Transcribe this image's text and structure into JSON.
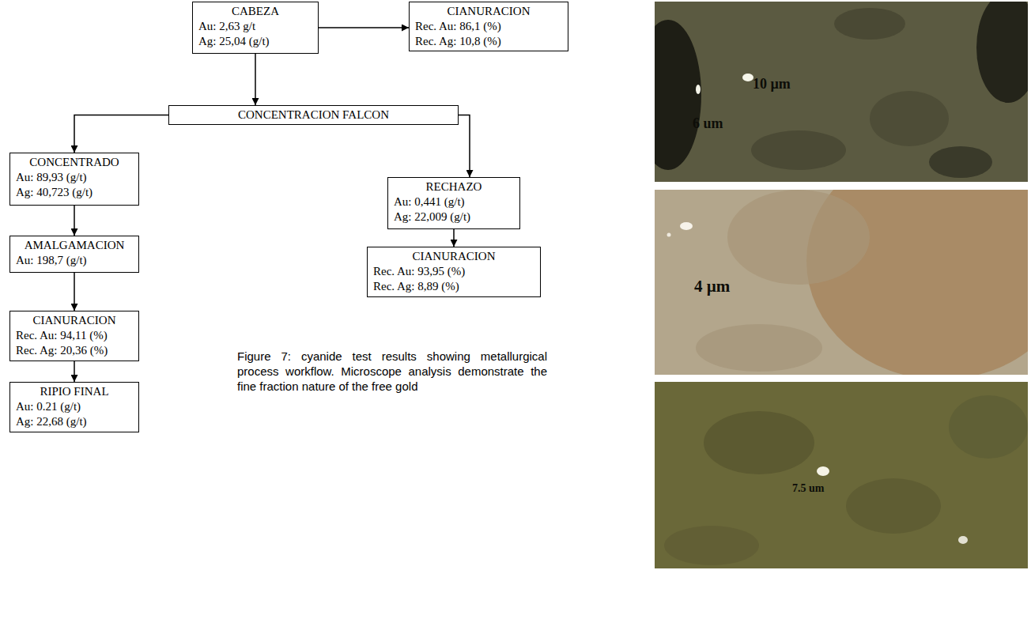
{
  "diagram": {
    "caption": "Figure 7: cyanide test results showing metallurgical process workflow. Microscope analysis demonstrate the fine fraction nature of the free gold",
    "nodes": [
      {
        "text": [
          "CABEZA",
          "Au: 2,63 g/t",
          "Ag: 25,04 (g/t)"
        ]
      },
      {
        "text": [
          "CIANURACION",
          "Rec. Au: 86,1 (%)",
          "Rec. Ag: 10,8 (%)"
        ]
      },
      {
        "text": [
          "CONCENTRACION FALCON"
        ]
      },
      {
        "text": [
          "CONCENTRADO",
          "Au: 89,93 (g/t)",
          "Ag: 40,723 (g/t)"
        ]
      },
      {
        "text": [
          "RECHAZO",
          "Au: 0,441 (g/t)",
          "Ag: 22,009 (g/t)"
        ]
      },
      {
        "text": [
          "AMALGAMACION",
          "Au: 198,7 (g/t)"
        ]
      },
      {
        "text": [
          "CIANURACION",
          "Rec. Au: 93,95 (%)",
          "Rec. Ag: 8,89 (%)"
        ]
      },
      {
        "text": [
          "CIANURACION",
          "Rec. Au: 94,11 (%)",
          "Rec. Ag: 20,36 (%)"
        ]
      },
      {
        "text": [
          "RIPIO FINAL",
          "Au: 0.21 (g/t)",
          "Ag: 22,68 (g/t)"
        ]
      }
    ],
    "edges": [
      {
        "from": 0,
        "to": 1,
        "arrow": "to"
      },
      {
        "from": 0,
        "to": 2,
        "arrow": "to"
      },
      {
        "from": 2,
        "to": 3,
        "arrow": "to"
      },
      {
        "from": 2,
        "to": 4,
        "arrow": "to"
      },
      {
        "from": 3,
        "to": 5,
        "arrow": "to"
      },
      {
        "from": 4,
        "to": 6,
        "arrow": "to"
      },
      {
        "from": 5,
        "to": 7,
        "arrow": "to"
      },
      {
        "from": 7,
        "to": 8,
        "arrow": "to"
      }
    ],
    "labels": [
      "6 um",
      "10 µm",
      "4 µm",
      "7.5 um"
    ]
  }
}
